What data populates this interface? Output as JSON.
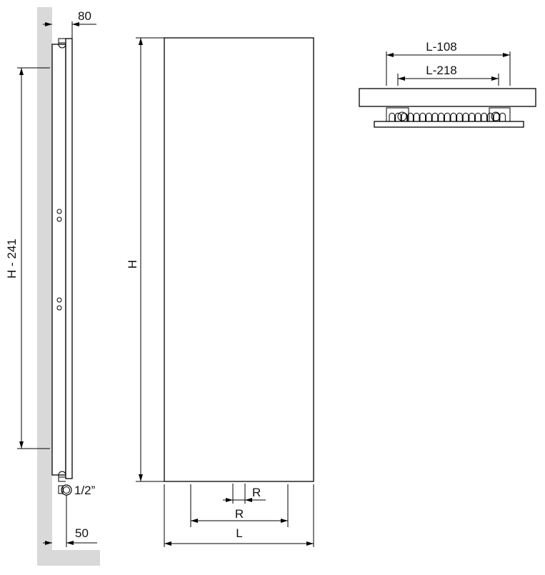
{
  "colors": {
    "wall": "#d9d9d9",
    "line": "#000000",
    "text": "#111111"
  },
  "side_view": {
    "depth_label": "80",
    "connection_distance_label": "H - 241",
    "pipe_size_label": "1/2”",
    "wall_offset_label": "50"
  },
  "front_view": {
    "height_label": "H",
    "small_r_label": "R",
    "large_r_label": "R",
    "length_label": "L"
  },
  "top_view": {
    "outer_bracket_label": "L-108",
    "inner_bracket_label": "L-218"
  }
}
